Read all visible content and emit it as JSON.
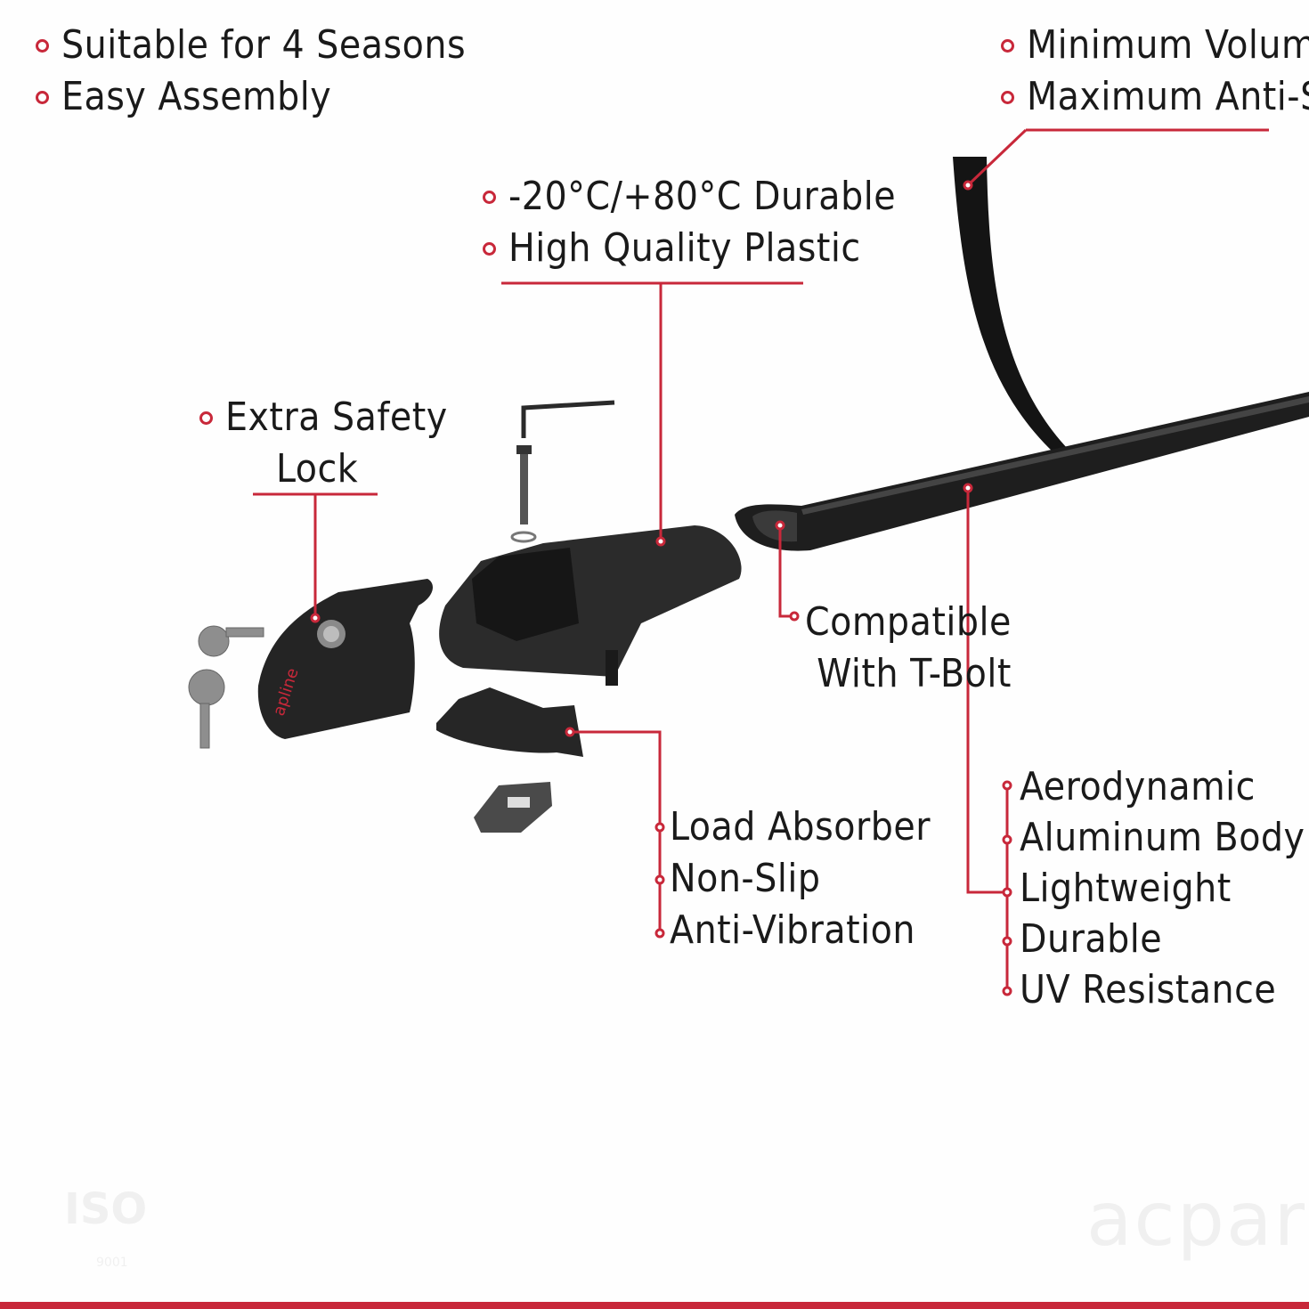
{
  "colors": {
    "accent": "#c8283a",
    "product": "#1b1b1b",
    "text": "#1a1a1a"
  },
  "top_left_features": [
    "Suitable for 4 Seasons",
    "Easy Assembly"
  ],
  "top_right_features": [
    "Minimum Volume",
    "Maximum Anti-Slip"
  ],
  "foot_features": [
    "-20°C/+80°C Durable",
    "High Quality Plastic"
  ],
  "lock_callout": {
    "line1": "Extra Safety",
    "line2": "Lock"
  },
  "tbolt_callout": {
    "line1": "Compatible",
    "line2": "With T-Bolt"
  },
  "pad_features": [
    "Load Absorber",
    "Non-Slip",
    "Anti-Vibration"
  ],
  "bar_features": [
    "Aerodynamic",
    "Aluminum Body",
    "Lightweight",
    "Durable",
    "UV Resistance"
  ],
  "brand_on_product": "apline",
  "watermarks": {
    "iso": "ISO",
    "iso_number": "9001",
    "brand": "acpar"
  }
}
